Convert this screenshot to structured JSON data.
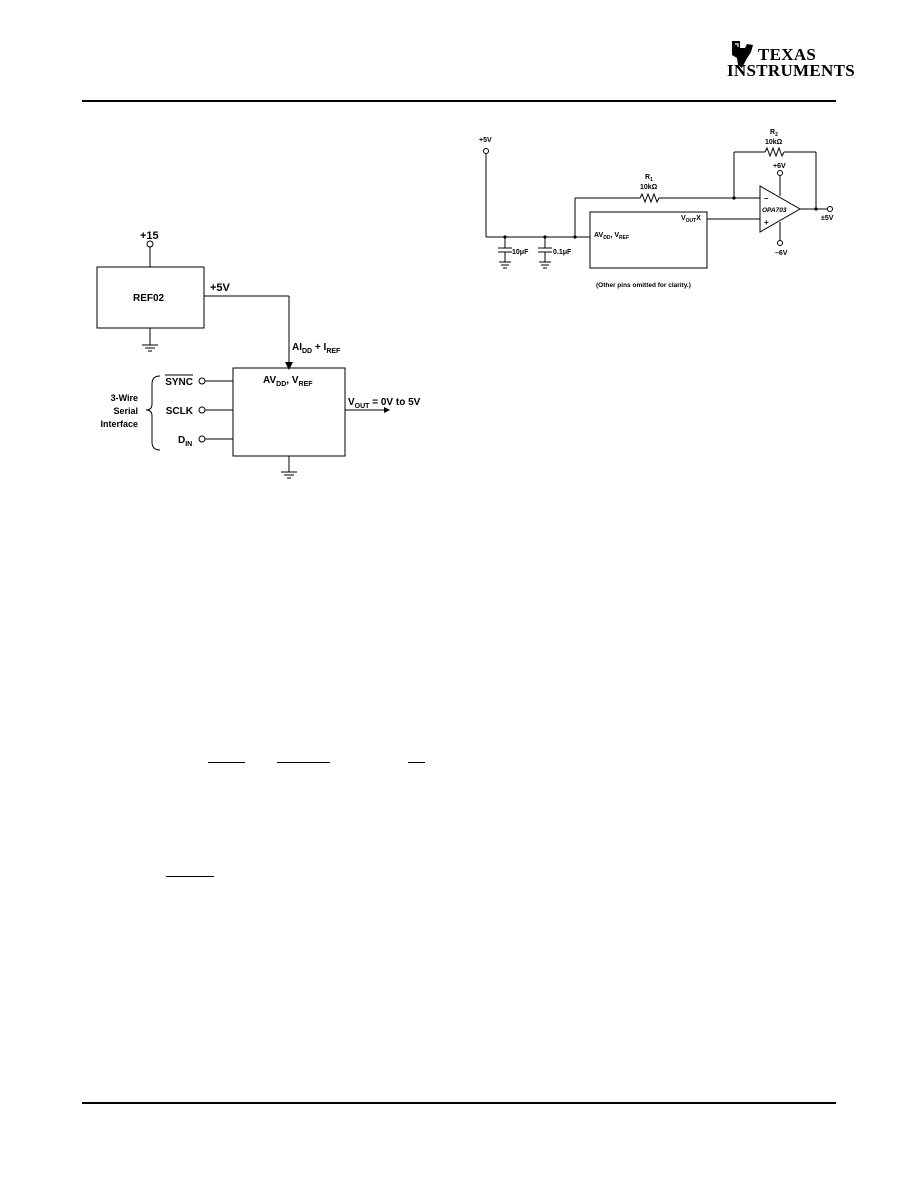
{
  "header": {
    "logo_line1": "TEXAS",
    "logo_line2": "INSTRUMENTS"
  },
  "fig_left": {
    "supply": "+15",
    "ref_block": "REF02",
    "ref_out": "+5V",
    "current": "AI",
    "current_sub": "DD",
    "current_plus": " + I",
    "current_sub2": "REF",
    "dac_power": "AV",
    "dac_power_sub": "DD",
    "dac_power_sep": ", V",
    "dac_power_sub2": "REF",
    "vout": "V",
    "vout_sub": "OUT",
    "vout_rest": " = 0V to 5V",
    "iface_line1": "3-Wire",
    "iface_line2": "Serial",
    "iface_line3": "Interface",
    "pin_sync": "SYNC",
    "pin_sclk": "SCLK",
    "pin_din": "D",
    "pin_din_sub": "IN"
  },
  "fig_right": {
    "supply": "+5V",
    "r1_name": "R",
    "r1_sub": "1",
    "r1_value": "10kΩ",
    "r2_name": "R",
    "r2_sub": "2",
    "r2_value": "10kΩ",
    "opamp_pos_supply": "+6V",
    "opamp_neg_supply": "–6V",
    "opamp_name": "OPA703",
    "opamp_minus": "–",
    "opamp_plus": "+",
    "output": "±5V",
    "cap1": "10μF",
    "cap2": "0.1μF",
    "dac_power": "AV",
    "dac_power_sub": "DD",
    "dac_power_sep": ", V",
    "dac_power_sub2": "REF",
    "dac_vout": "V",
    "dac_vout_sub": "OUT",
    "dac_vout_x": "X",
    "note": "(Other pins omitted for clarity.)"
  }
}
